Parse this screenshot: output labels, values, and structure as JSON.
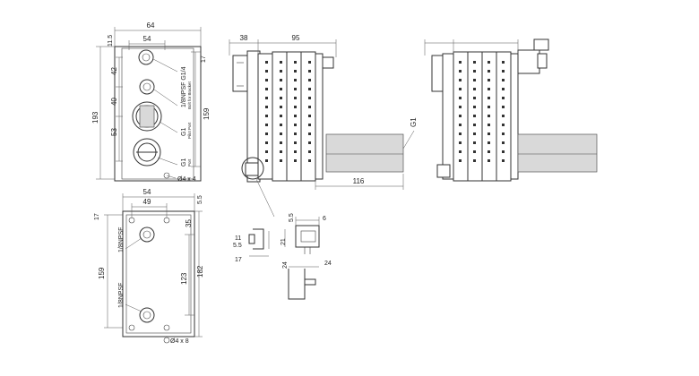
{
  "front_view": {
    "dims": {
      "top_width": "64",
      "inner_width": "54",
      "top_margin": "11.5",
      "right_margin": "17",
      "seg_42": "42",
      "seg_40": "40",
      "seg_53": "53",
      "overall_height": "193",
      "right_height": "159"
    },
    "ports": {
      "port_top": "1/8NPSF G1/4",
      "port_top_note": "Bolt for Bracket",
      "port_mid": "G1",
      "port_mid_note": "Pilot Port",
      "port_bottom": "G1",
      "port_bottom_note": "Port"
    },
    "hole_note": "Ø4 x 4"
  },
  "side_view": {
    "dims": {
      "offset": "38",
      "width": "95",
      "port_length": "116"
    },
    "port_label": "G1"
  },
  "bottom_view": {
    "dims": {
      "width_54": "54",
      "width_49": "49",
      "top_5_5": "5.5",
      "left_17": "17",
      "right_35": "35",
      "left_159": "159",
      "mid_123": "123",
      "right_182": "182"
    },
    "ports": {
      "top": "1/8NPSF",
      "bottom": "1/8NPSF"
    },
    "hole_note": "Ø4 x 8"
  },
  "detail_view": {
    "dims": {
      "d_5_5_top": "5.5",
      "d_6": "6",
      "d_11": "11",
      "d_21": "21",
      "d_5_5_left": "5.5",
      "d_17": "17",
      "d_24_left": "24",
      "d_24_right": "24"
    }
  }
}
